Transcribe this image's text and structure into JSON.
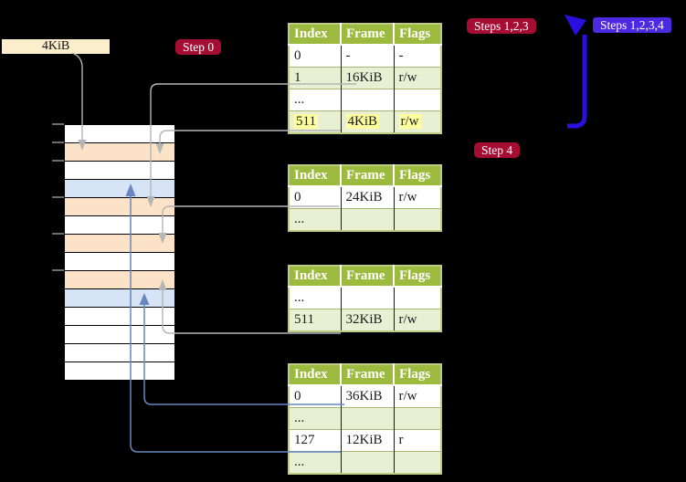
{
  "labels": {
    "frame_box": "4KiB",
    "step0": "Step 0",
    "steps123": "Steps 1,2,3",
    "steps1234": "Steps 1,2,3,4",
    "step4": "Step 4"
  },
  "colors": {
    "background": "#000000",
    "frame_box_bg": "#faeecd",
    "memory_peach": "#fce3c8",
    "memory_blue": "#d7e4f6",
    "table_header_green": "#9cba3e",
    "table_row_green": "#e9efd3",
    "highlight_yellow": "#ffff9e",
    "badge_red": "#a50d33",
    "badge_blue": "#4b2ae2",
    "loop_arrow_blue": "#2a10e0",
    "grey_connector": "#b5b5b5",
    "steel_connector": "#6687bf"
  },
  "memory_column": {
    "rows": [
      "white",
      "peach",
      "white",
      "blue",
      "peach",
      "white",
      "peach",
      "white",
      "peach",
      "blue",
      "white",
      "white",
      "white",
      "white"
    ],
    "tick_ys": [
      136,
      156,
      176,
      216,
      256,
      296
    ]
  },
  "tables": [
    {
      "name": "page-table-1",
      "headers": [
        "Index",
        "Frame",
        "Flags"
      ],
      "rows": [
        {
          "cells": [
            "0",
            "-",
            "-"
          ],
          "shade": false,
          "highlight": false
        },
        {
          "cells": [
            "1",
            "16KiB",
            "r/w"
          ],
          "shade": true,
          "highlight": false
        },
        {
          "cells": [
            "...",
            "",
            ""
          ],
          "shade": false,
          "highlight": false
        },
        {
          "cells": [
            "511",
            "4KiB",
            "r/w"
          ],
          "shade": true,
          "highlight": true
        }
      ]
    },
    {
      "name": "page-table-2",
      "headers": [
        "Index",
        "Frame",
        "Flags"
      ],
      "rows": [
        {
          "cells": [
            "0",
            "24KiB",
            "r/w"
          ],
          "shade": false,
          "highlight": false
        },
        {
          "cells": [
            "...",
            "",
            ""
          ],
          "shade": true,
          "highlight": false
        }
      ]
    },
    {
      "name": "page-table-3",
      "headers": [
        "Index",
        "Frame",
        "Flags"
      ],
      "rows": [
        {
          "cells": [
            "...",
            "",
            ""
          ],
          "shade": false,
          "highlight": false
        },
        {
          "cells": [
            "511",
            "32KiB",
            "r/w"
          ],
          "shade": true,
          "highlight": false
        }
      ]
    },
    {
      "name": "page-table-4",
      "headers": [
        "Index",
        "Frame",
        "Flags"
      ],
      "rows": [
        {
          "cells": [
            "0",
            "36KiB",
            "r/w"
          ],
          "shade": false,
          "highlight": false
        },
        {
          "cells": [
            "...",
            "",
            ""
          ],
          "shade": true,
          "highlight": false
        },
        {
          "cells": [
            "127",
            "12KiB",
            "r"
          ],
          "shade": false,
          "highlight": false
        },
        {
          "cells": [
            "...",
            "",
            ""
          ],
          "shade": true,
          "highlight": false
        }
      ]
    }
  ]
}
